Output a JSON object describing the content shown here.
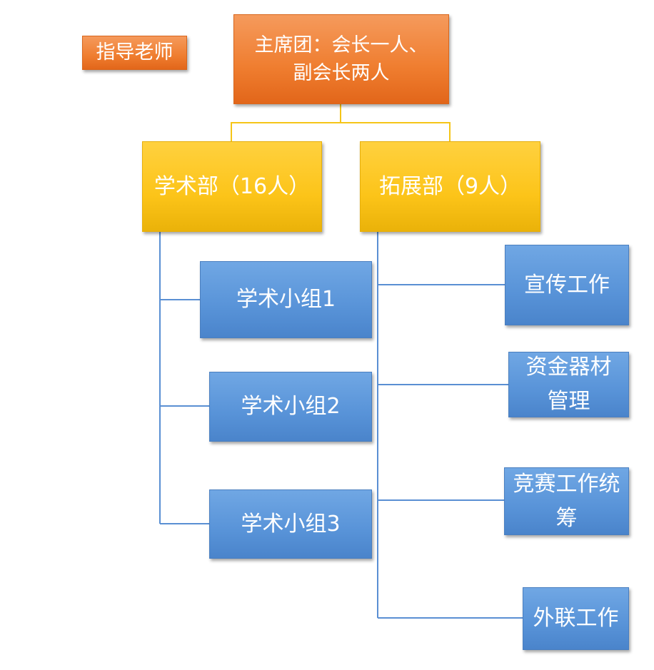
{
  "advisor": {
    "label": "指导老师"
  },
  "presidium": {
    "line1": "主席团：会长一人、",
    "line2": "副会长两人"
  },
  "departments": {
    "academic": {
      "label": "学术部（16人）",
      "groups": [
        "学术小组1",
        "学术小组2",
        "学术小组3"
      ]
    },
    "expansion": {
      "label": "拓展部（9人）",
      "tasks": {
        "publicity": "宣传工作",
        "funds_line1": "资金器材",
        "funds_line2": "管理",
        "competition_line1": "竞赛工作统",
        "competition_line2": "筹",
        "liaison": "外联工作"
      }
    }
  },
  "colors": {
    "orange": "#ef7d2f",
    "yellow": "#fcc419",
    "blue": "#5893d8",
    "yellow_connector": "#f5c518",
    "blue_connector": "#5a8fd3"
  }
}
